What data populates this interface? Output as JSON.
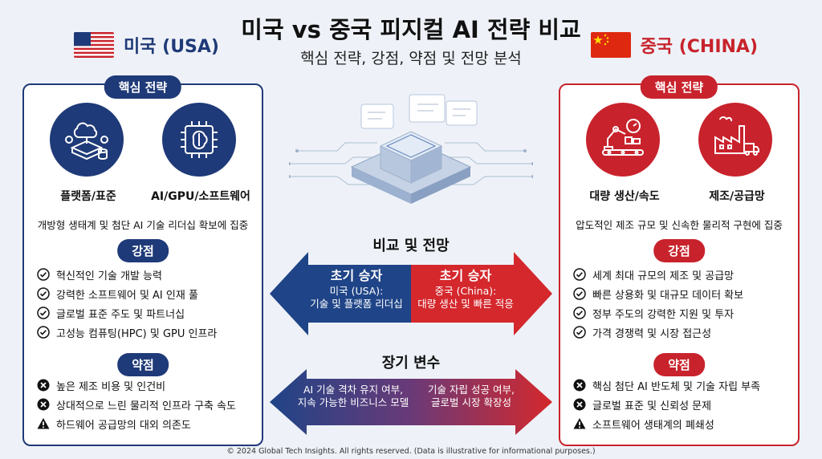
{
  "title": "미국 vs 중국 피지컬 AI 전략 비교",
  "subtitle": "핵심 전략, 강점, 약점 및 전망 분석",
  "us": {
    "name": "미국 (USA)",
    "strategy_pill": "핵심 전략",
    "icon1_label": "플랫폼/표준",
    "icon2_label": "AI/GPU/소프트웨어",
    "description": "개방형 생태계 및 첨단 AI 기술 리더십 확보에 집중",
    "strengths_pill": "강점",
    "strengths": [
      "혁신적인 기술 개발 능력",
      "강력한 소프트웨어 및 AI 인재 풀",
      "글로벌 표준 주도 및 파트너십",
      "고성능 컴퓨팅(HPC) 및 GPU 인프라"
    ],
    "weaknesses_pill": "약점",
    "weaknesses": [
      "높은 제조 비용 및 인건비",
      "상대적으로 느린 물리적 인프라 구축 속도",
      "하드웨어 공급망의 대외 의존도"
    ],
    "color": "#1f3a78"
  },
  "cn": {
    "name": "중국 (CHINA)",
    "strategy_pill": "핵심 전략",
    "icon1_label": "대량 생산/속도",
    "icon2_label": "제조/공급망",
    "description": "압도적인 제조 규모 및 신속한 물리적 구현에 집중",
    "strengths_pill": "강점",
    "strengths": [
      "세계 최대 규모의 제조 및 공급망",
      "빠른 상용화 및 대규모 데이터 확보",
      "정부 주도의 강력한 지원 및 투자",
      "가격 경쟁력 및 시장 접근성"
    ],
    "weaknesses_pill": "약점",
    "weaknesses": [
      "핵심 첨단 AI 반도체 및 기술 자립 부족",
      "글로벌 표준 및 신뢰성 문제",
      "소프트웨어 생태계의 폐쇄성"
    ],
    "color": "#c8232c"
  },
  "comparison": {
    "title": "비교 및 전망",
    "left_head": "초기 승자",
    "left_text": [
      "미국 (USA):",
      "기술 및 플랫폼 리더십"
    ],
    "right_head": "초기 승자",
    "right_text": [
      "중국 (China):",
      "대량 생산 및 빠른 적응"
    ]
  },
  "longterm": {
    "title": "장기 변수",
    "left_text": [
      "AI 기술 격차 유지 여부,",
      "지속 가능한 비즈니스 모델"
    ],
    "right_text": [
      "기술 자립 성공 여부,",
      "글로벌 시장 확장성"
    ]
  },
  "footer": "© 2024 Global Tech Insights. All rights reserved. (Data is illustrative for informational purposes.)"
}
